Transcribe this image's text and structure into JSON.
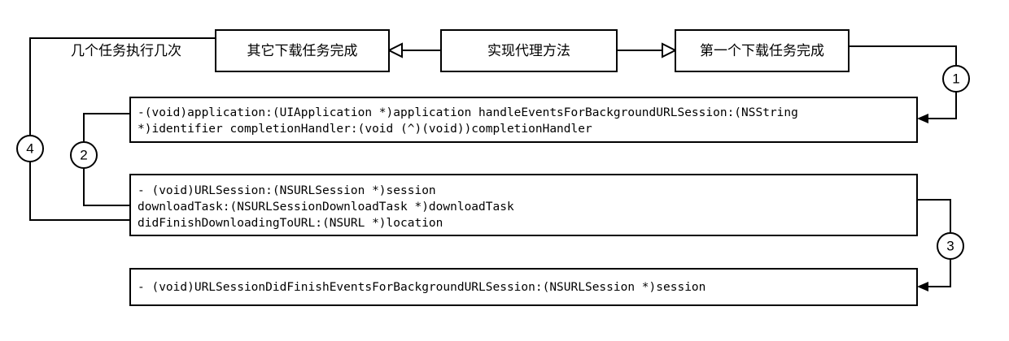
{
  "diagram": {
    "title": "NSURLSession background download delegate flow",
    "background_color": "#ffffff",
    "stroke_color": "#000000",
    "free_labels": [
      {
        "id": "loop-label",
        "text": "几个任务执行几次"
      }
    ],
    "nodes": [
      {
        "id": "other-tasks-done",
        "label": "其它下载任务完成"
      },
      {
        "id": "implement-delegate",
        "label": "实现代理方法"
      },
      {
        "id": "first-task-done",
        "label": "第一个下载任务完成"
      }
    ],
    "code_boxes": [
      {
        "id": "handle-events-box",
        "lines": [
          "-(void)application:(UIApplication *)application handleEventsForBackgroundURLSession:(NSString",
          "*)identifier completionHandler:(void (^)(void))completionHandler"
        ]
      },
      {
        "id": "did-finish-downloading-box",
        "lines": [
          "- (void)URLSession:(NSURLSession *)session",
          "downloadTask:(NSURLSessionDownloadTask *)downloadTask",
          "didFinishDownloadingToURL:(NSURL *)location"
        ]
      },
      {
        "id": "did-finish-events-box",
        "lines": [
          "- (void)URLSessionDidFinishEventsForBackgroundURLSession:(NSURLSession *)session"
        ]
      }
    ],
    "markers": [
      {
        "id": "marker-1",
        "label": "1"
      },
      {
        "id": "marker-2",
        "label": "2"
      },
      {
        "id": "marker-3",
        "label": "3"
      },
      {
        "id": "marker-4",
        "label": "4"
      }
    ]
  }
}
